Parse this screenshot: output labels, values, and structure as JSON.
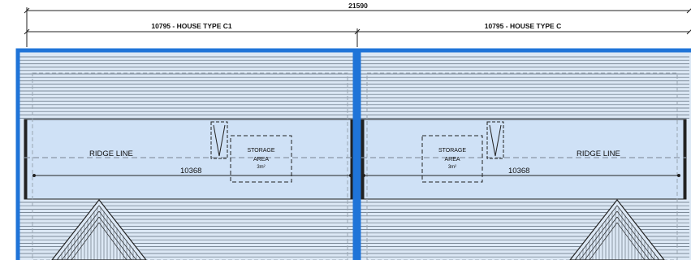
{
  "dimensions": {
    "overall": "21590",
    "left_unit": "10795 - HOUSE TYPE C1",
    "right_unit": "10795 - HOUSE TYPE C"
  },
  "left_plot": {
    "ridge_label": "RIDGE LINE",
    "ridge_length": "10368",
    "storage": {
      "line1": "STORAGE",
      "line2": "AREA",
      "line3": "3m²"
    }
  },
  "right_plot": {
    "ridge_label": "RIDGE LINE",
    "ridge_length": "10368",
    "storage": {
      "line1": "STORAGE",
      "line2": "AREA",
      "line3": "3m²"
    }
  },
  "colors": {
    "boundary": "#1f74d8",
    "roof_fill": "#dce8f5",
    "ridge_fill": "#cfe1f6",
    "line": "#222222"
  }
}
